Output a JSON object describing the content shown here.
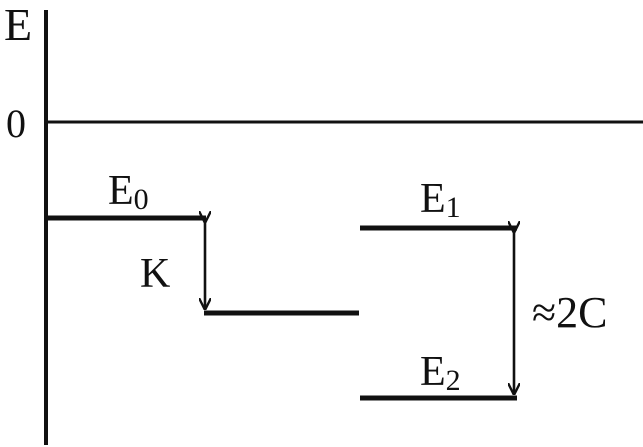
{
  "axis": {
    "y_label": "E",
    "zero_label": "0"
  },
  "levels": {
    "e0": {
      "base": "E",
      "sub": "0"
    },
    "e1": {
      "base": "E",
      "sub": "1"
    },
    "e2": {
      "base": "E",
      "sub": "2"
    }
  },
  "gaps": {
    "k_label": "K",
    "two_c_label": "≈2C"
  },
  "colors": {
    "ink": "#111111",
    "background": "#ffffff"
  }
}
